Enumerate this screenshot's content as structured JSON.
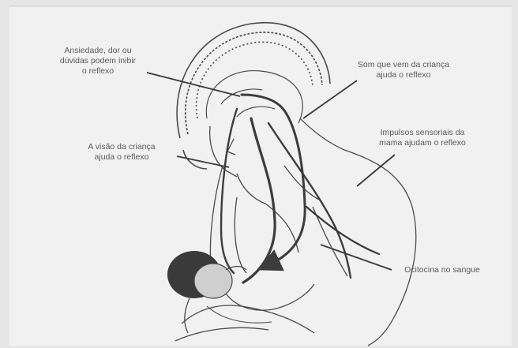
{
  "labels": {
    "anxiety": [
      "Ansiedade, dor ou",
      "dúvidas podem inibir",
      "o reflexo"
    ],
    "sound": [
      "Som que vem da criança",
      "ajuda o reflexo"
    ],
    "vision": [
      "A visão da criança",
      "ajuda o reflexo"
    ],
    "impulses": [
      "Impulsos sensoriais da",
      "mama ajudam o reflexo"
    ],
    "oxytocin": [
      "Ocitocina no sangue"
    ]
  },
  "colors": {
    "background": "#e6e6e6",
    "paper": "#f1f1f1",
    "ink": "#4a4a4a",
    "pathway": "#3c3c3c",
    "label": "#5a5a5a"
  }
}
